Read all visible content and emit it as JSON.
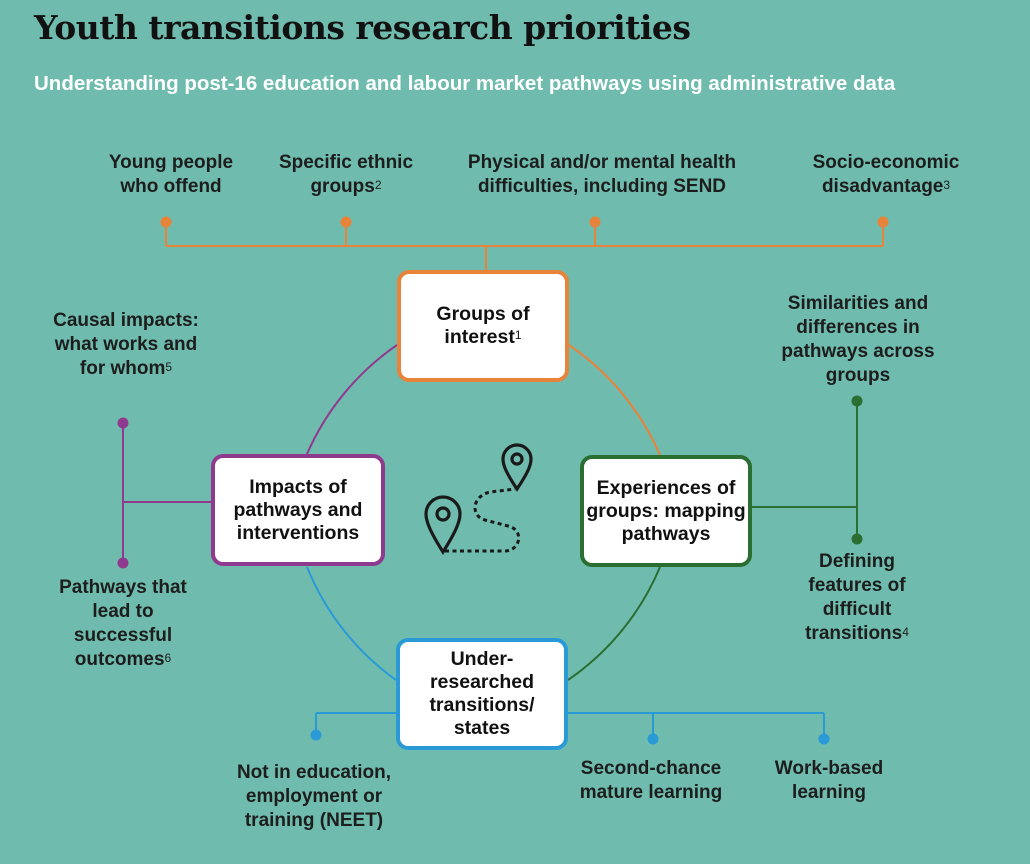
{
  "title": "Youth transitions research priorities",
  "subtitle": "Understanding post-16 education and labour market pathways using administrative data",
  "colors": {
    "background": "#6fbcae",
    "groups": "#e8833a",
    "impacts": "#8f3a8f",
    "experiences": "#2a6e32",
    "under_researched": "#2a9ad6"
  },
  "center_icon": "map-route-pins-icon",
  "nodes": {
    "groups": {
      "label": "Groups of interest",
      "note": "1"
    },
    "impacts": {
      "label": "Impacts of pathways and interventions"
    },
    "experiences": {
      "label": "Experiences of groups: mapping pathways"
    },
    "under_researched": {
      "label": "Under-researched transitions/ states"
    }
  },
  "groups_items": [
    {
      "label": "Young people who offend"
    },
    {
      "label": "Specific ethnic groups",
      "note": "2"
    },
    {
      "label": "Physical and/or mental health difficulties, including SEND"
    },
    {
      "label": "Socio-economic disadvantage",
      "note": "3"
    }
  ],
  "impacts_items": [
    {
      "label": "Causal impacts: what works and for whom",
      "note": "5"
    },
    {
      "label": "Pathways that lead to successful outcomes",
      "note": "6"
    }
  ],
  "experiences_items": [
    {
      "label": "Similarities and differences in pathways across groups"
    },
    {
      "label": "Defining features of difficult transitions",
      "note": "4"
    }
  ],
  "under_researched_items": [
    {
      "label": "Not in education, employment or training (NEET)"
    },
    {
      "label": "Second-chance mature learning"
    },
    {
      "label": "Work-based learning"
    }
  ]
}
